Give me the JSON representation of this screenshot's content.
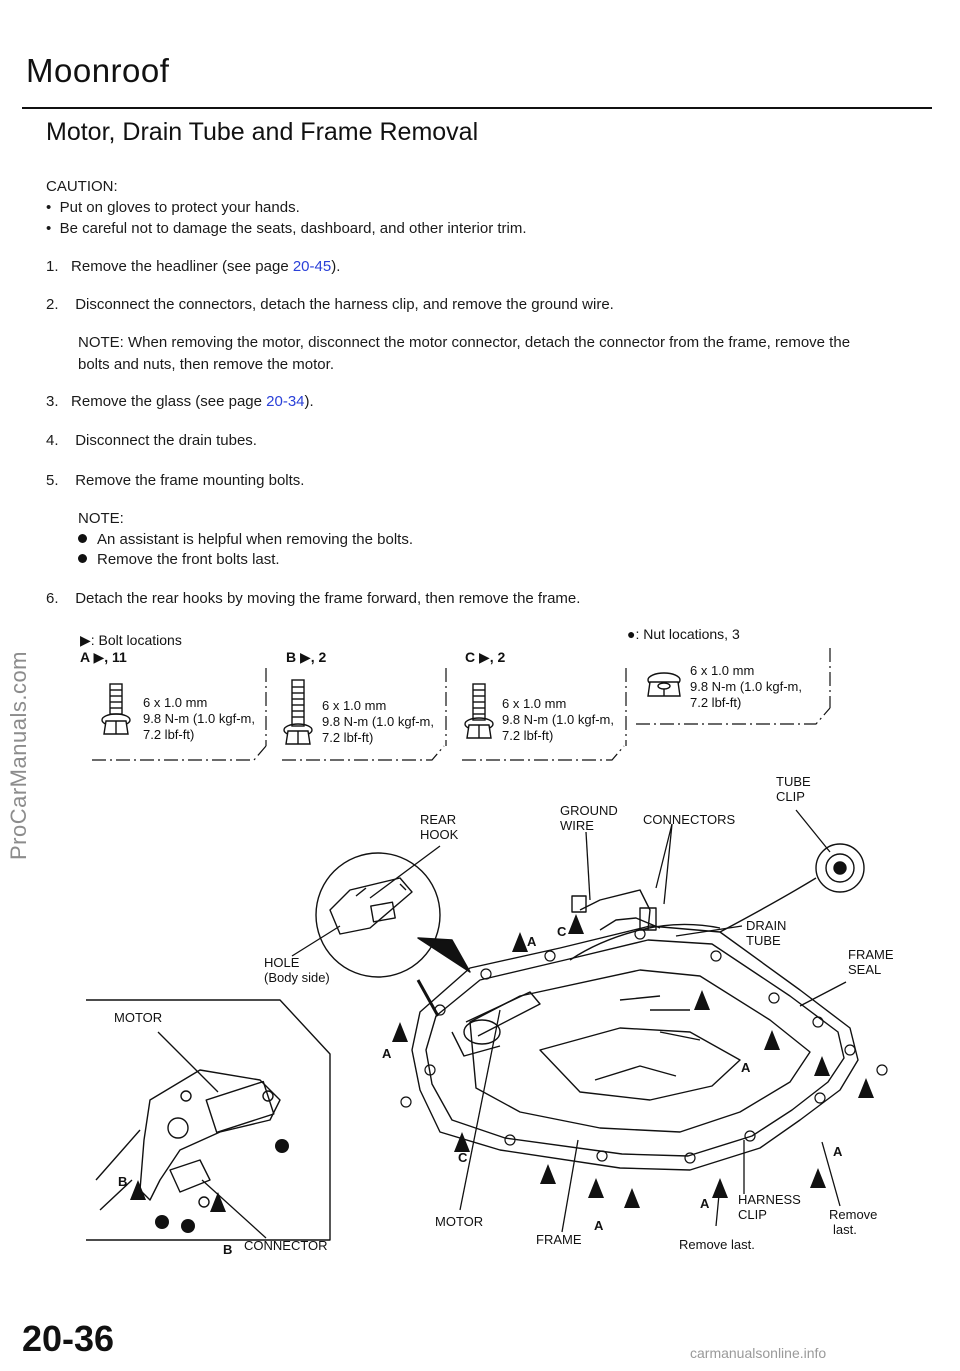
{
  "header": {
    "title": "Moonroof",
    "subtitle": "Motor, Drain Tube and Frame Removal"
  },
  "caution": {
    "heading": "CAUTION:",
    "items": [
      "Put on gloves to protect your hands.",
      "Be careful not to damage the seats, dashboard, and other interior trim."
    ]
  },
  "steps": [
    {
      "num": "1.",
      "pre": "Remove the headliner (see page ",
      "link": "20-45",
      "post": ")."
    },
    {
      "num": "2.",
      "text": "Disconnect the connectors, detach the harness clip, and remove the ground wire."
    },
    {
      "num": "3.",
      "pre": "Remove the glass (see page ",
      "link": "20-34",
      "post": ")."
    },
    {
      "num": "4.",
      "text": "Disconnect the drain tubes."
    },
    {
      "num": "5.",
      "text": "Remove the frame mounting bolts."
    },
    {
      "num": "6.",
      "text": "Detach the rear hooks by moving the frame forward, then remove the frame."
    }
  ],
  "note_motor": {
    "line1": "NOTE:  When  removing  the  motor,  disconnect the  motor connector,  detach  the  connector from  the  frame,  remove  the",
    "line2": "bolts  and  nuts,  then  remove  the  motor."
  },
  "note5": {
    "heading": "NOTE:",
    "items": [
      "An  assistant  is  helpful  when  removing  the  bolts.",
      "Remove the front bolts last."
    ]
  },
  "legend": {
    "bolt_locations": "Bolt locations",
    "nut_locations": "Nut locations, 3"
  },
  "fasteners": [
    {
      "tag": "A ▶, 11",
      "size": "6 x 1.0 mm",
      "torque1": "9.8 N-m (1.0 kgf-m,",
      "torque2": "7.2 lbf-ft)"
    },
    {
      "tag": "B ▶, 2",
      "size": "6 x 1.0 mm",
      "torque1": "9.8 N-m (1.0 kgf-m,",
      "torque2": "7.2 lbf-ft)"
    },
    {
      "tag": "C ▶, 2",
      "size": "6 x 1.0 mm",
      "torque1": "9.8 N-m (1.0 kgf-m,",
      "torque2": "7.2 lbf-ft)"
    },
    {
      "tag": "",
      "size": "6 x 1.0 mm",
      "torque1": "9.8 N-m (1.0 kgf-m,",
      "torque2": "7.2 lbf-ft)"
    }
  ],
  "callouts": {
    "rear_hook_1": "REAR",
    "rear_hook_2": "HOOK",
    "ground_wire_1": "GROUND",
    "ground_wire_2": "WIRE",
    "connectors": "CONNECTORS",
    "tube_clip_1": "TUBE",
    "tube_clip_2": "CLIP",
    "drain_tube_1": "DRAIN",
    "drain_tube_2": "TUBE",
    "frame_seal_1": "FRAME",
    "frame_seal_2": "SEAL",
    "hole_1": "HOLE",
    "hole_2": "(Body side)",
    "motor_top": "MOTOR",
    "motor_bottom": "MOTOR",
    "frame": "FRAME",
    "harness_clip_1": "HARNESS",
    "harness_clip_2": "CLIP",
    "remove_last_1": "Remove last.",
    "remove_last_2a": "Remove",
    "remove_last_2b": "last.",
    "connector": "CONNECTOR",
    "letter_a": "A",
    "letter_b": "B",
    "letter_c": "C"
  },
  "watermark": "ProCarManuals.com",
  "page_number": "20-36",
  "footer": "carmanualsonline.info",
  "colors": {
    "link": "#2a40d8",
    "text": "#111111",
    "watermark": "#8c8c8c"
  }
}
